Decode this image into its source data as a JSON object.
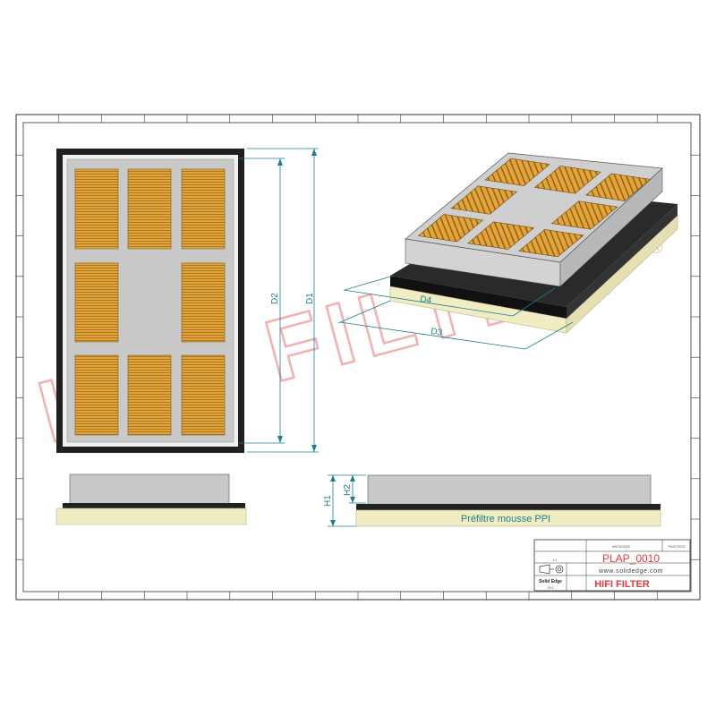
{
  "drawing": {
    "dimensions": {
      "d1": "D1",
      "d2": "D2",
      "d3": "D3",
      "d4": "D4",
      "h1": "H1",
      "h2": "H2"
    },
    "side_view_label": "Préfiltre mousse PPI",
    "watermark": "HIFI FILTER",
    "registered_mark": "®",
    "colors": {
      "pleat_orange": "#e3a53a",
      "dimension_teal": "#1b7f8c",
      "watermark_red": "#e23b3b",
      "foam_cream": "#f0ecc0",
      "gasket_black": "#1e1e1e"
    }
  },
  "title_block": {
    "date": "08/03/2000",
    "scale": "1:1",
    "drawing_number": "PLAP_0010",
    "website": "www.solidedge.com",
    "software": "Solid Edge",
    "company": "HIFI FILTER",
    "sheet": "001",
    "ref": "PAST0010"
  }
}
